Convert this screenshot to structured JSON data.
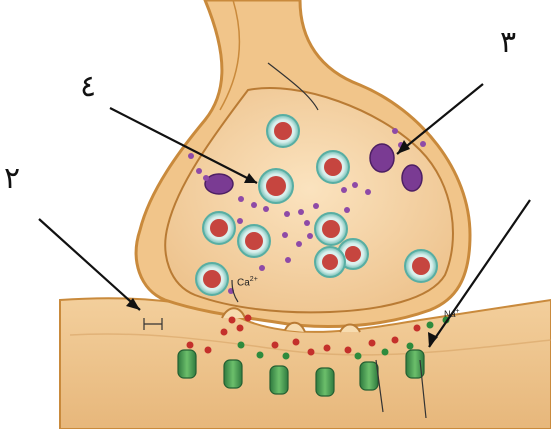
{
  "labels": {
    "label_2": "٢",
    "label_3": "٣",
    "label_4": "٤"
  },
  "ions": {
    "calcium": "Ca",
    "calcium_charge": "2+",
    "sodium": "Na",
    "sodium_charge": "+"
  },
  "colors": {
    "terminal_fill": "#f1c58a",
    "terminal_edge": "#c98a3c",
    "cytoplasm": "#f7d7a6",
    "postsynaptic": "#efc38a",
    "vesicle_ring": "#9fd6cf",
    "vesicle_core": "#c6453f",
    "neurotransmitter": "#8e4aa7",
    "calcium_channel": "#7a3b93",
    "receptor": "#3f8f4f",
    "na_dot": "#2e8b3d",
    "red_dot": "#c4302b"
  }
}
